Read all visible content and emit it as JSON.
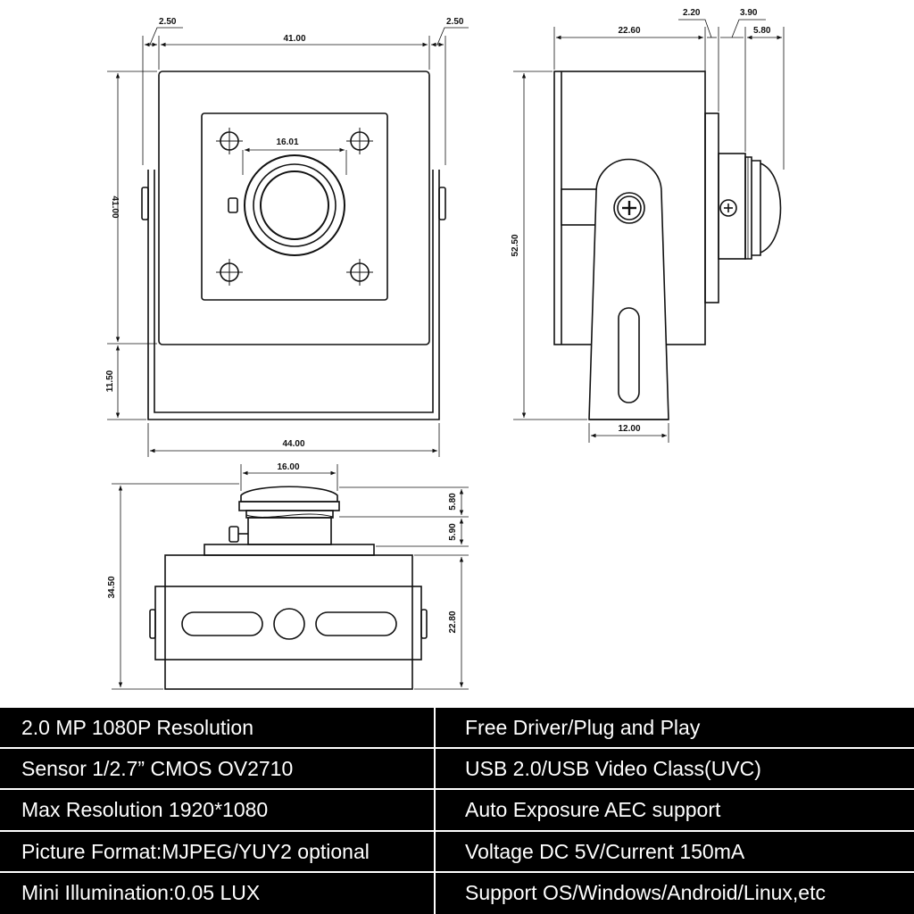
{
  "front_view": {
    "dims": {
      "top_left_margin": "2.50",
      "top_width": "41.00",
      "top_right_margin": "2.50",
      "hole_spacing": "16.01",
      "height_upper": "41.00",
      "height_lower": "11.50",
      "bottom_width": "44.00"
    }
  },
  "side_view": {
    "dims": {
      "body_depth": "22.60",
      "flange": "2.20",
      "lens_mount": "3.90",
      "lens": "5.80",
      "total_height": "52.50",
      "bracket_width": "12.00"
    }
  },
  "top_view": {
    "dims": {
      "lens_diameter": "16.00",
      "lens_height": "5.80",
      "mount_height": "5.90",
      "total_height": "34.50",
      "body_height": "22.80"
    }
  },
  "specs": {
    "rows": [
      {
        "left": "2.0 MP 1080P Resolution",
        "right": "Free Driver/Plug and Play"
      },
      {
        "left": "Sensor 1/2.7” CMOS OV2710",
        "right": "USB 2.0/USB Video Class(UVC)"
      },
      {
        "left": "Max Resolution 1920*1080",
        "right": "Auto Exposure AEC support"
      },
      {
        "left": "Picture Format:MJPEG/YUY2 optional",
        "right": "Voltage DC 5V/Current 150mA"
      },
      {
        "left": "Mini Illumination:0.05 LUX",
        "right": "Support OS/Windows/Android/Linux,etc"
      }
    ]
  }
}
